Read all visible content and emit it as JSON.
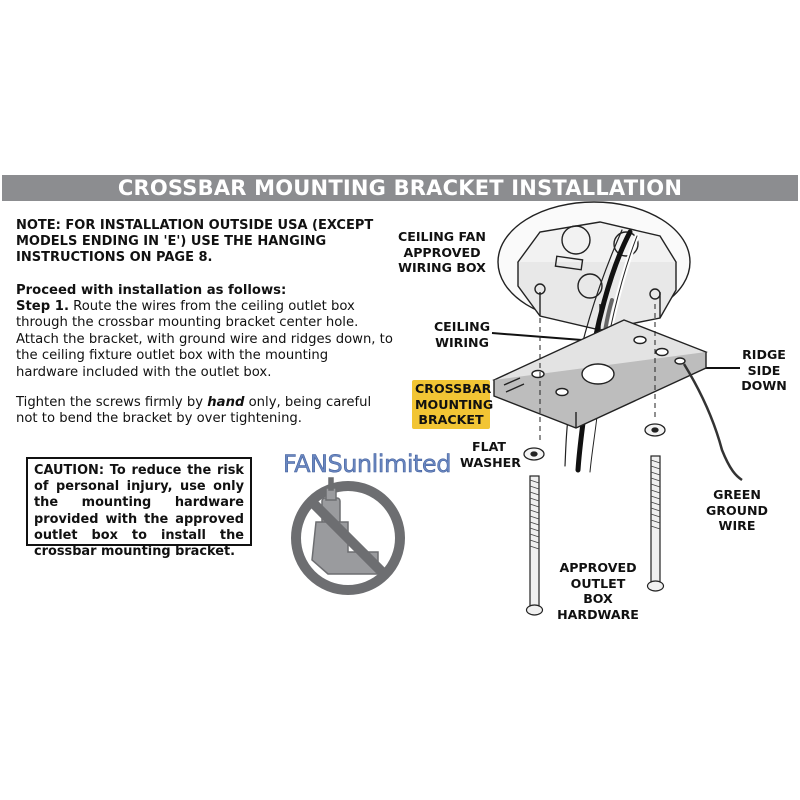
{
  "banner": {
    "title": "CROSSBAR MOUNTING BRACKET INSTALLATION",
    "color": "#8c8d90"
  },
  "note": "NOTE: FOR INSTALLATION OUTSIDE USA (EXCEPT MODELS ENDING IN 'E') USE THE HANGING INSTRUCTIONS ON PAGE 8.",
  "lead": "Proceed with installation as follows:",
  "step": {
    "label": "Step 1.",
    "text": " Route the wires from the ceiling outlet box through the crossbar mounting bracket center hole. Attach the bracket, with ground wire and ridges down, to the ceiling fixture outlet box with the mounting hardware included with the outlet box."
  },
  "tighten": {
    "before": "Tighten the screws firmly by ",
    "emphasis": "hand",
    "after": " only, being careful not to bend the bracket by over tightening."
  },
  "caution": "CAUTION: To reduce the risk of personal injury, use only the mounting hardware provided with the approved outlet box to install the crossbar mounting bracket.",
  "watermark": "FANSunlimited",
  "labels": {
    "wiring_box": [
      "CEILING FAN",
      "APPROVED",
      "WIRING BOX"
    ],
    "ceiling_wiring": [
      "CEILING",
      "WIRING"
    ],
    "ridge": [
      "RIDGE",
      "SIDE",
      "DOWN"
    ],
    "crossbar": [
      "CROSSBAR",
      "MOUNTING",
      "BRACKET"
    ],
    "flat_washer": [
      "FLAT",
      "WASHER"
    ],
    "green_ground": [
      "GREEN",
      "GROUND",
      "WIRE"
    ],
    "approved_hardware": [
      "APPROVED",
      "OUTLET BOX",
      "HARDWARE"
    ]
  },
  "icons": {
    "no_drill": "no-power-drill-icon"
  },
  "colors": {
    "highlight": "#f2c534",
    "watermark": "#6a87c0"
  }
}
